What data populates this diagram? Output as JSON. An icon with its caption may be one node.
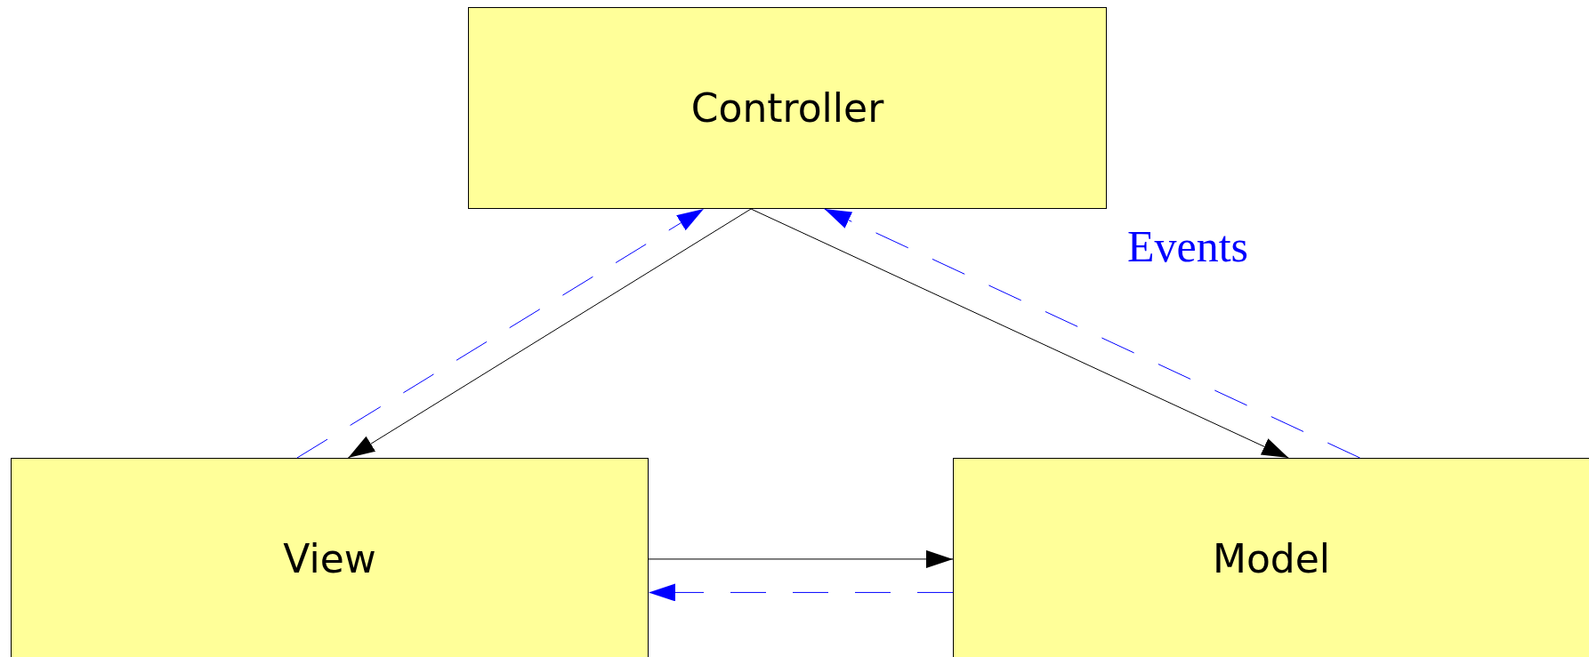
{
  "diagram": {
    "nodes": [
      {
        "text": [
          "Controller"
        ]
      },
      {
        "text": [
          "View"
        ]
      },
      {
        "text": [
          "Model"
        ]
      }
    ],
    "edges": [
      {
        "from": 0,
        "to": 1,
        "arrow": "to"
      },
      {
        "from": 0,
        "to": 2,
        "arrow": "to"
      },
      {
        "from": 1,
        "to": 2,
        "arrow": "to"
      },
      {
        "from": 2,
        "to": 1,
        "arrow": "to",
        "style": "dashed",
        "color": "#0000ff"
      },
      {
        "from": 1,
        "to": 0,
        "arrow": "to",
        "style": "dashed",
        "color": "#0000ff"
      },
      {
        "from": 2,
        "to": 0,
        "arrow": "to",
        "style": "dashed",
        "color": "#0000ff",
        "label": "Events"
      }
    ]
  }
}
